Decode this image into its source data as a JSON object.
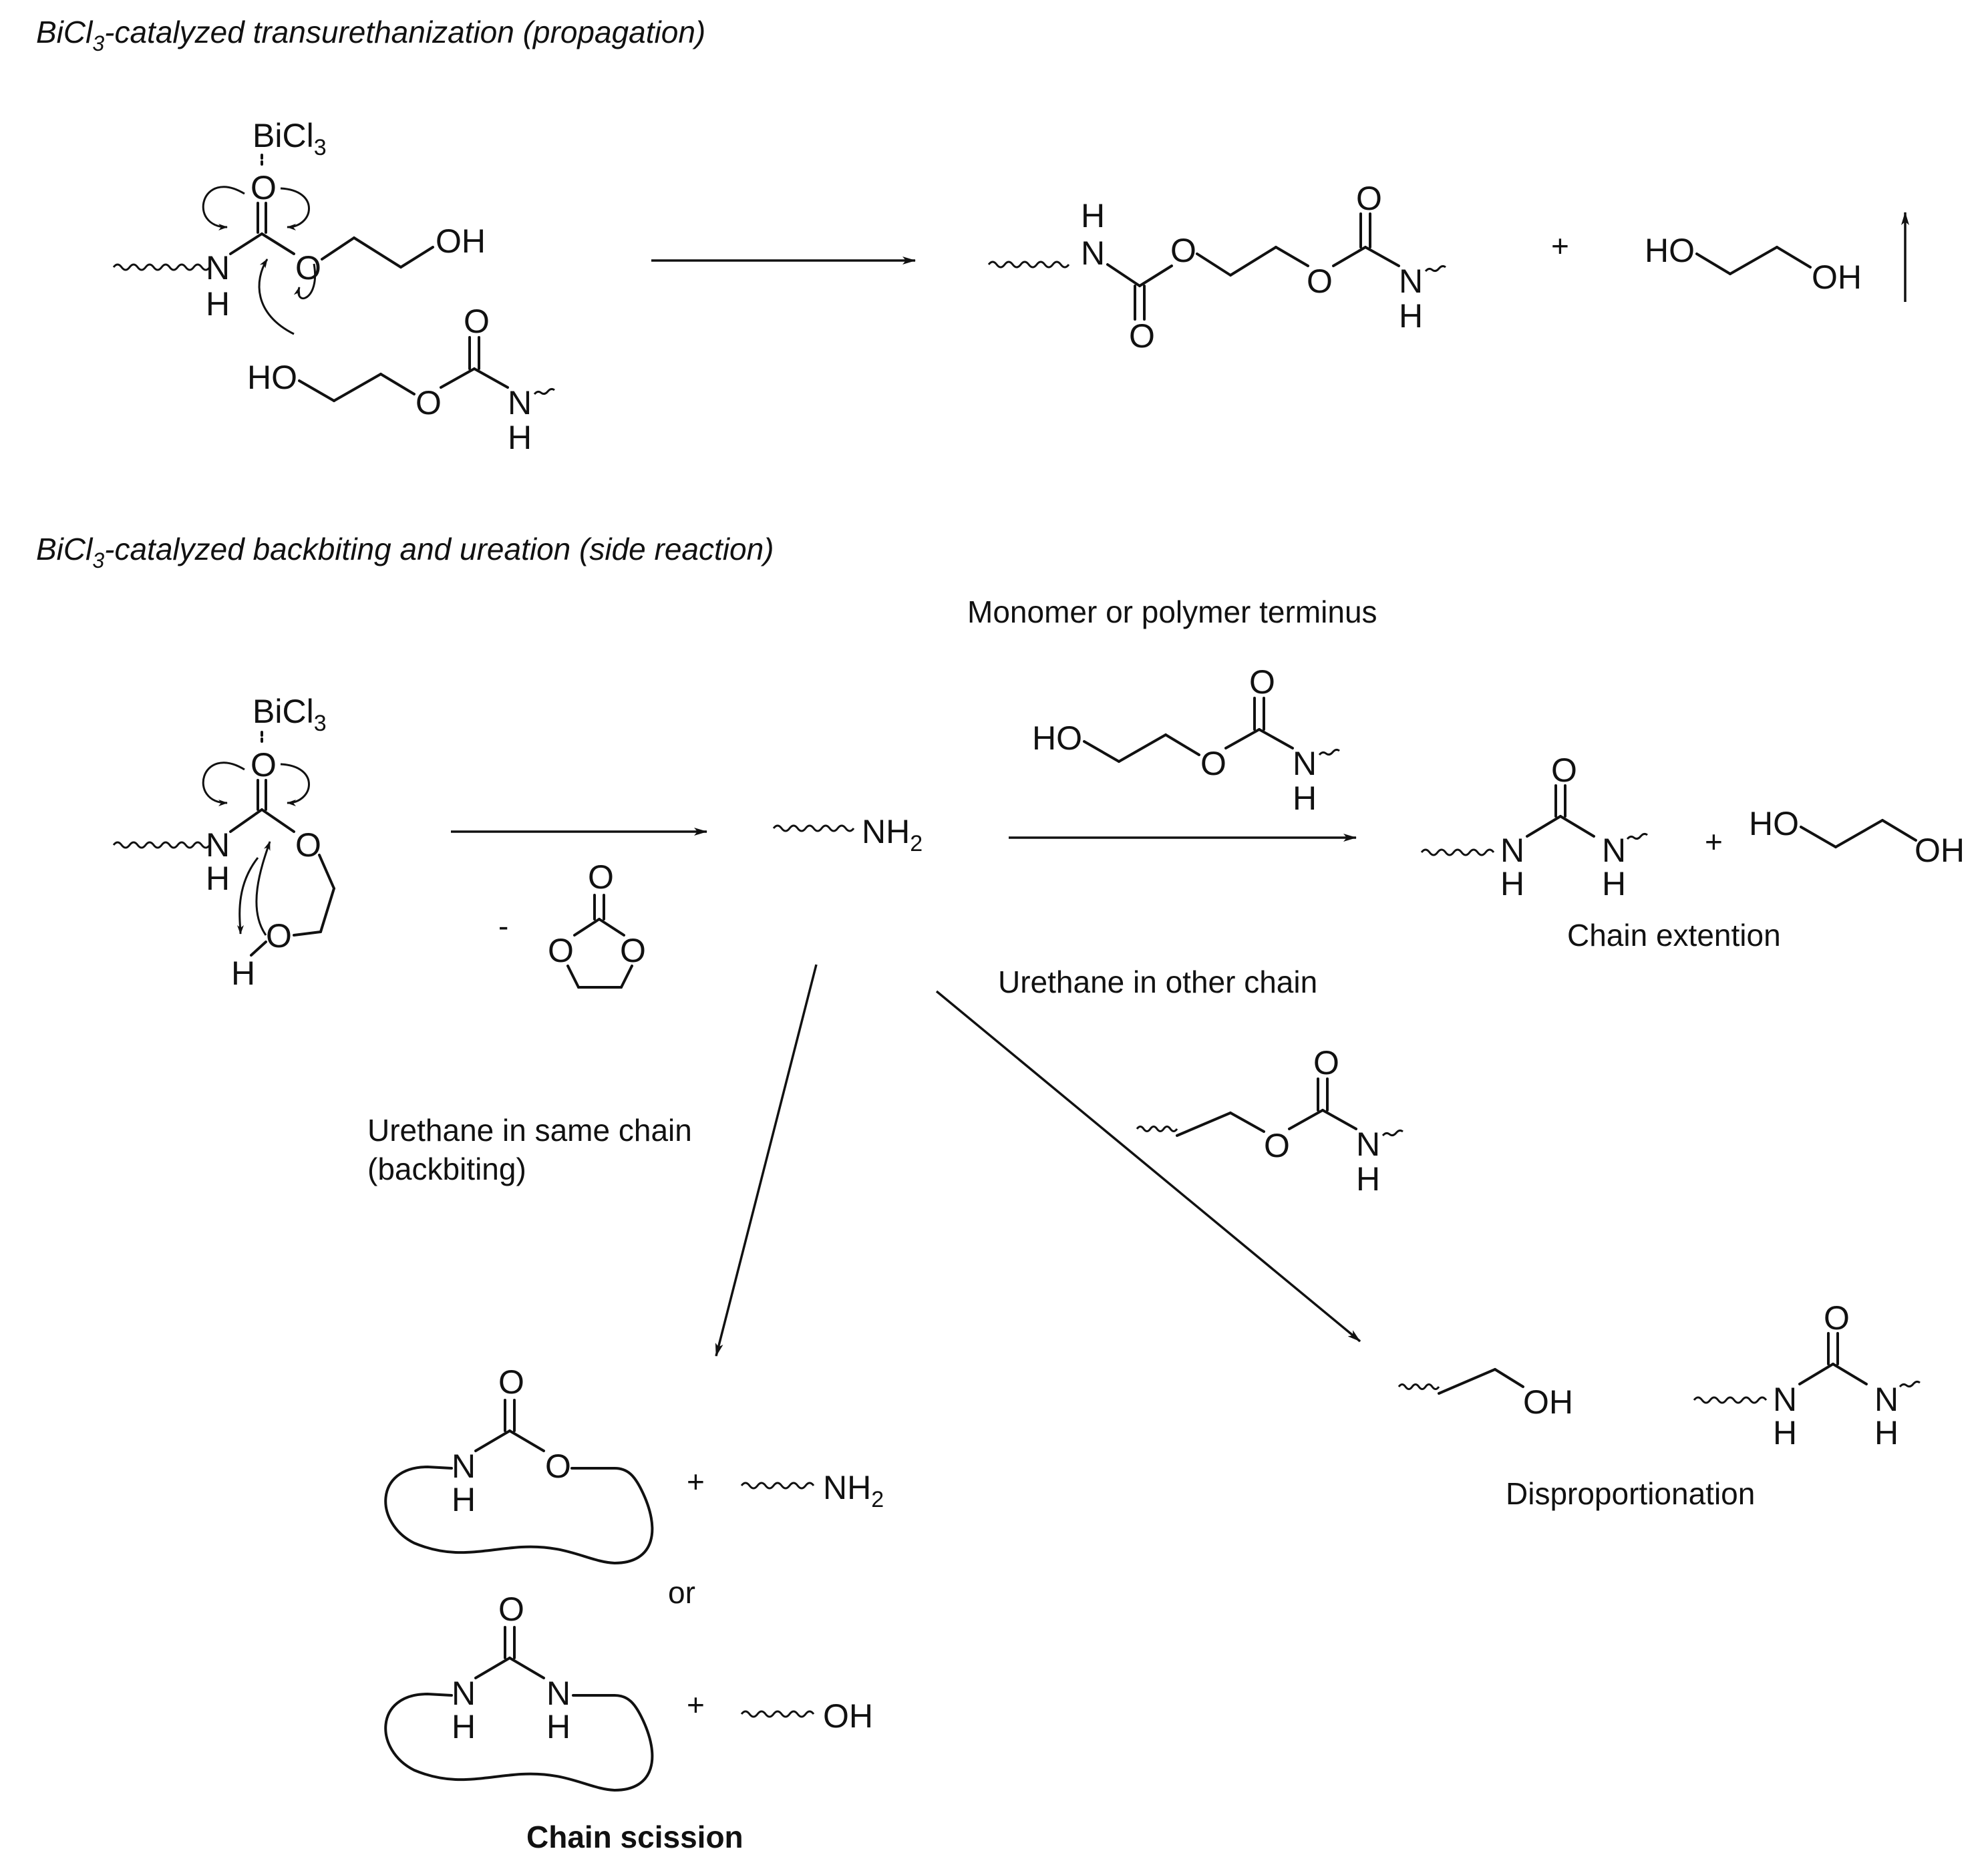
{
  "sections": {
    "propagation_title": {
      "pre": "BiCl",
      "sub": "3",
      "post": "-catalyzed transurethanization (propagation)"
    },
    "side_title": {
      "pre": "BiCl",
      "sub": "3",
      "post": "-catalyzed backbiting and ureation (side reaction)"
    }
  },
  "labels": {
    "monomer_terminus": "Monomer or polymer terminus",
    "urethane_other_chain": "Urethane in other chain",
    "urethane_same_chain_1": "Urethane in same chain",
    "urethane_same_chain_2": "(backbiting)",
    "chain_extension": "Chain extention",
    "disproportionation": "Disproportionation",
    "chain_scission": "Chain scission",
    "or": "or",
    "minus": "-",
    "plus": "+"
  },
  "atoms": {
    "bi": "BiCl",
    "bi_sub": "3",
    "O": "O",
    "N": "N",
    "H": "H",
    "OH": "OH",
    "HO": "HO",
    "NH": "NH",
    "NH_sub": "2"
  }
}
